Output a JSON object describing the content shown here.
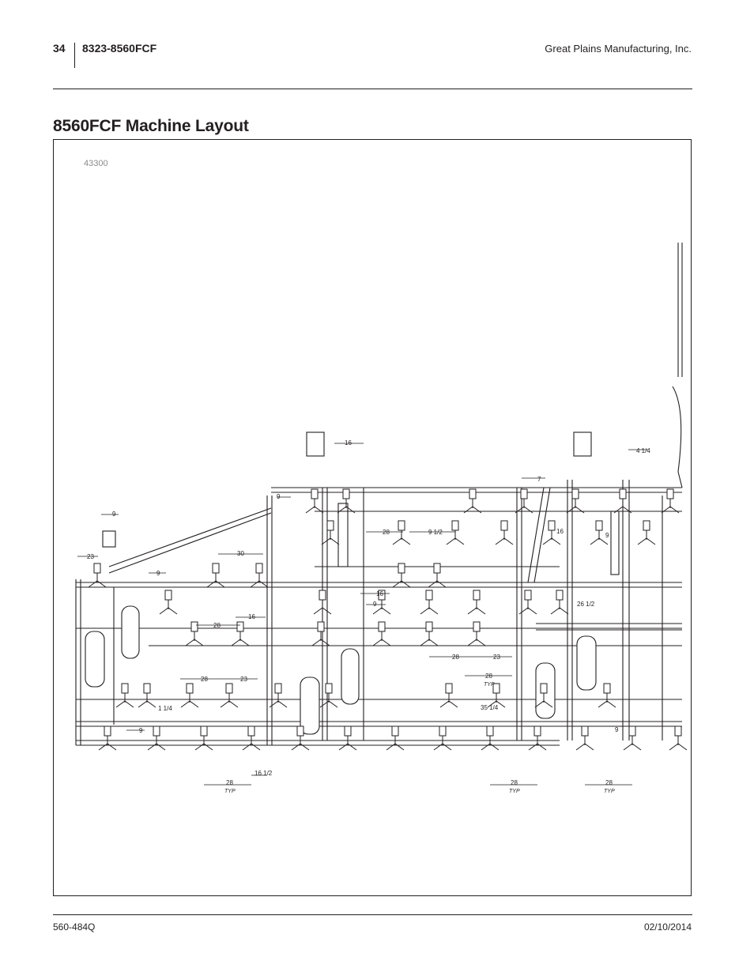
{
  "header": {
    "page_number": "34",
    "model": "8323-8560FCF",
    "company": "Great Plains Manufacturing, Inc."
  },
  "title": "8560FCF Machine Layout",
  "figure": {
    "number": "43300",
    "dimensions": [
      "16",
      "9",
      "4 1/4",
      "7",
      "9",
      "23",
      "28",
      "9 1/2",
      "16",
      "9",
      "30",
      "9",
      "16",
      "9",
      "26 1/2",
      "28",
      "16",
      "28",
      "23",
      "28",
      "23",
      "28",
      "TYP",
      "1 1/4",
      "35 1/4",
      "9",
      "9",
      "28",
      "TYP",
      "16 1/2",
      "28",
      "TYP",
      "28",
      "TYP"
    ]
  },
  "footer": {
    "doc_number": "560-484Q",
    "date": "02/10/2014"
  }
}
